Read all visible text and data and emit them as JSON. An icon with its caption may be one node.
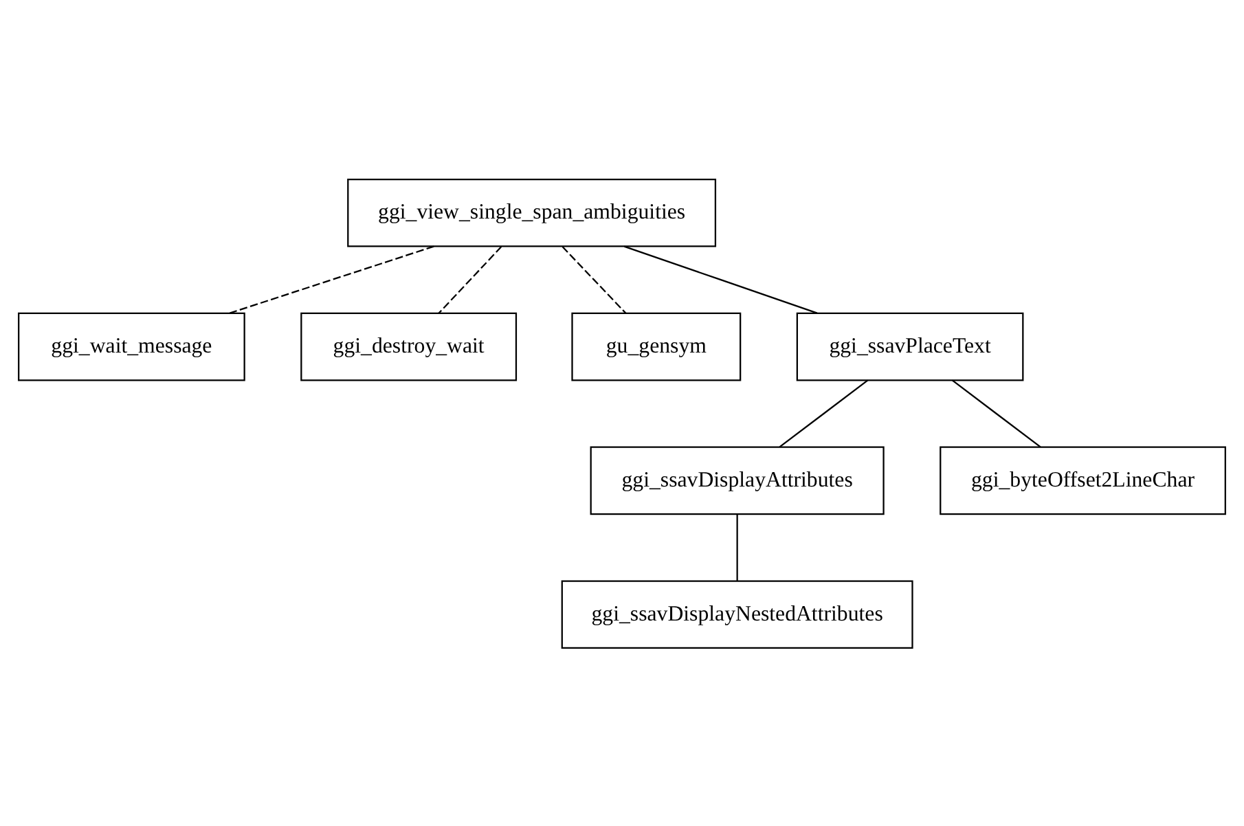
{
  "diagram": {
    "nodes": [
      {
        "text": [
          "ggi_view_single_span_ambiguities"
        ]
      },
      {
        "text": [
          "ggi_wait_message"
        ]
      },
      {
        "text": [
          "ggi_destroy_wait"
        ]
      },
      {
        "text": [
          "gu_gensym"
        ]
      },
      {
        "text": [
          "ggi_ssavPlaceText"
        ]
      },
      {
        "text": [
          "ggi_ssavDisplayAttributes"
        ]
      },
      {
        "text": [
          "ggi_byteOffset2LineChar"
        ]
      },
      {
        "text": [
          "ggi_ssavDisplayNestedAttributes"
        ]
      }
    ],
    "edges": [
      {
        "from": 0,
        "to": 1,
        "arrow": "none",
        "style": "dashed"
      },
      {
        "from": 0,
        "to": 2,
        "arrow": "none",
        "style": "dashed"
      },
      {
        "from": 0,
        "to": 3,
        "arrow": "none",
        "style": "dashed"
      },
      {
        "from": 0,
        "to": 4,
        "arrow": "none"
      },
      {
        "from": 4,
        "to": 5,
        "arrow": "none"
      },
      {
        "from": 4,
        "to": 6,
        "arrow": "none"
      },
      {
        "from": 5,
        "to": 7,
        "arrow": "none"
      }
    ]
  }
}
